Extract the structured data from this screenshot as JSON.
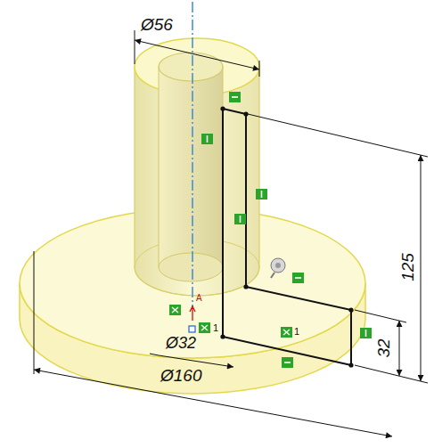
{
  "diagram": {
    "labels": [
      "Ø56",
      "125",
      "32",
      "Ø32",
      "Ø160",
      "A",
      "1",
      "1"
    ]
  }
}
